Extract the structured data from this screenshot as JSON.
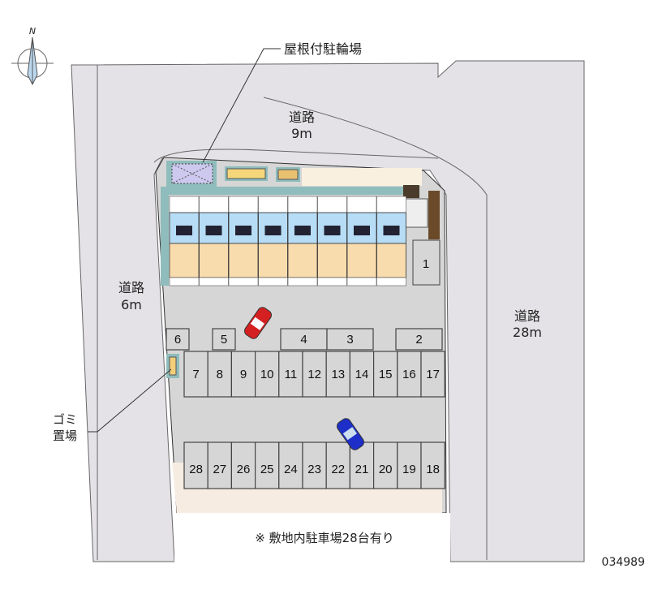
{
  "compass": {
    "north_label": "N"
  },
  "labels": {
    "bicycle_parking": "屋根付駐輪場",
    "road_north": {
      "name": "道路",
      "width": "9m"
    },
    "road_west": {
      "name": "道路",
      "width": "6m"
    },
    "road_east": {
      "name": "道路",
      "width": "28m"
    },
    "garbage": {
      "line1": "ゴミ",
      "line2": "置場"
    },
    "note": "※ 敷地内駐車場28台有り",
    "id": "034989"
  },
  "parking": {
    "top_small": [
      "6",
      "5",
      "4",
      "3",
      "2"
    ],
    "spot_1": "1",
    "row_upper": [
      "7",
      "8",
      "9",
      "10",
      "11",
      "12",
      "13",
      "14",
      "15",
      "16",
      "17"
    ],
    "row_lower": [
      "28",
      "27",
      "26",
      "25",
      "24",
      "23",
      "22",
      "21",
      "20",
      "19",
      "18"
    ]
  },
  "building": {
    "units": 8
  },
  "colors": {
    "road": "#e4e2e6",
    "lot": "#d6d6d6",
    "unit_top": "#b7dcf5",
    "unit_bottom": "#f8dcae",
    "car_red": "#d42020",
    "car_blue": "#1d2fc8",
    "accent": "#8fbcbc"
  }
}
